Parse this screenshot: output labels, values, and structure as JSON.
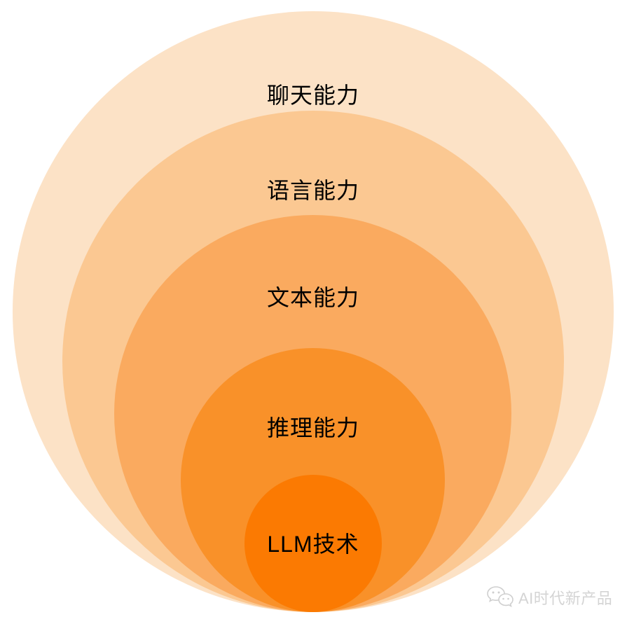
{
  "diagram": {
    "type": "concentric-circles",
    "description": "Nested capability layers from chat ability down to LLM technology",
    "text_color": "#000000",
    "background_color": "#ffffff",
    "layers": [
      {
        "label": "聊天能力",
        "color": "#FCE2C6"
      },
      {
        "label": "语言能力",
        "color": "#FBC892"
      },
      {
        "label": "文本能力",
        "color": "#FAAA5F"
      },
      {
        "label": "推理能力",
        "color": "#F99129"
      },
      {
        "label": "LLM技术",
        "color": "#FB7A02"
      }
    ]
  },
  "watermark": {
    "text": "AI时代新产品",
    "icon": "wechat-icon",
    "color": "#d4d4d4"
  }
}
